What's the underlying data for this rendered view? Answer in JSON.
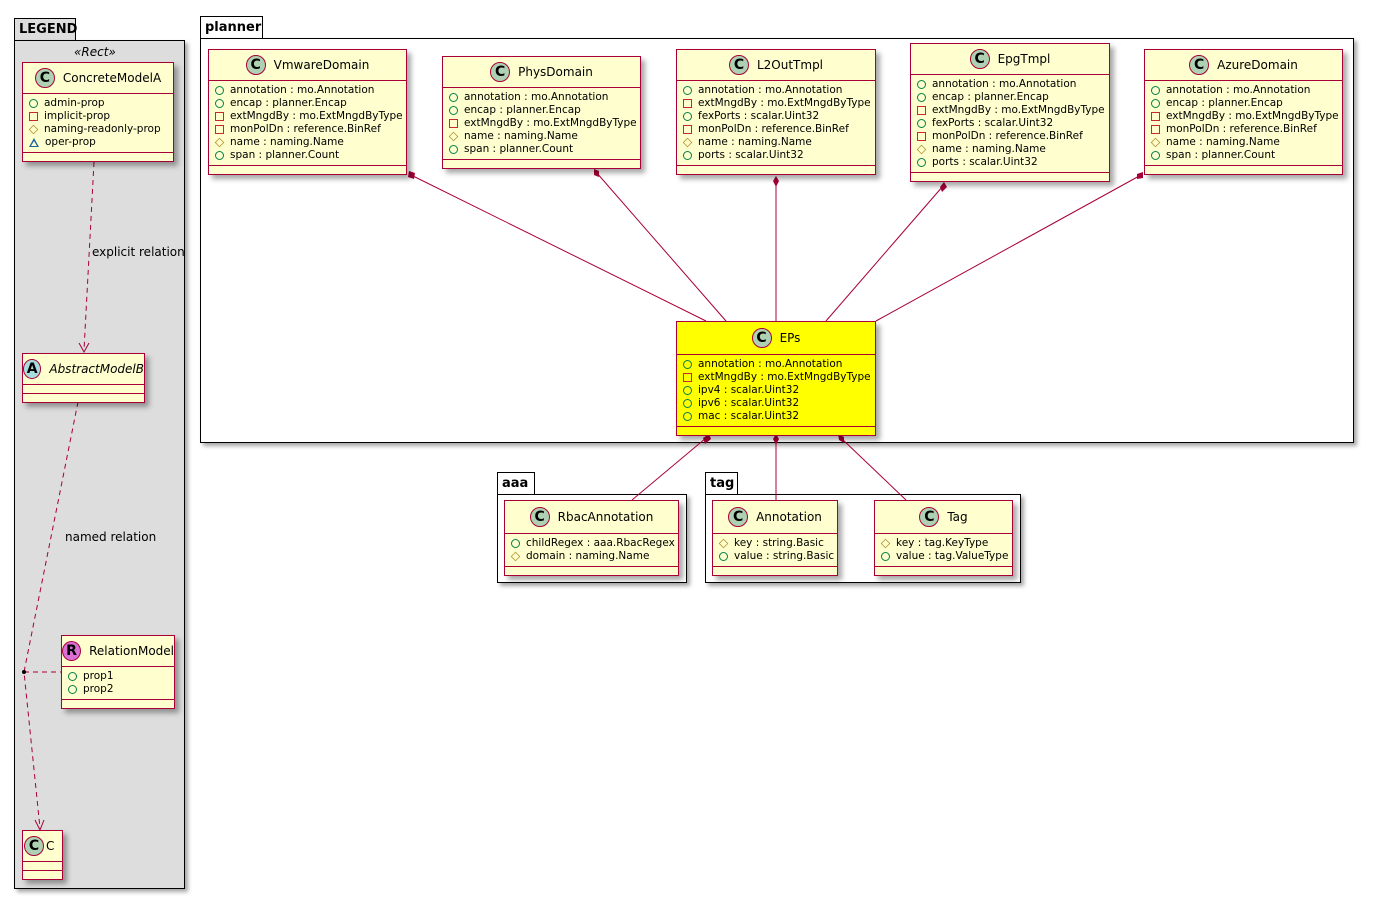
{
  "packages": {
    "legend": "LEGEND",
    "planner": "planner",
    "aaa": "aaa",
    "tag": "tag"
  },
  "legend": {
    "stereotype": "«Rect»",
    "explicit_relation": "explicit relation",
    "named_relation": "named relation"
  },
  "colors": {
    "border": "#a80036",
    "class_bg": "#fefece",
    "highlight": "#ffff00",
    "legend_bg": "#dddddd"
  },
  "classes": [
    {
      "id": "ConcreteModelA",
      "kind": "C",
      "name": "ConcreteModelA",
      "attrs": [
        [
          "public",
          "admin-prop"
        ],
        [
          "private",
          "implicit-prop"
        ],
        [
          "protected",
          "naming-readonly-prop"
        ],
        [
          "package",
          "oper-prop"
        ]
      ]
    },
    {
      "id": "AbstractModelB",
      "kind": "A",
      "name": "AbstractModelB",
      "attrs": []
    },
    {
      "id": "RelationModel",
      "kind": "R",
      "name": "RelationModel",
      "attrs": [
        [
          "public",
          "prop1"
        ],
        [
          "public",
          "prop2"
        ]
      ]
    },
    {
      "id": "C",
      "kind": "C",
      "name": "C",
      "attrs": []
    },
    {
      "id": "VmwareDomain",
      "kind": "C",
      "name": "VmwareDomain",
      "attrs": [
        [
          "public",
          "annotation : mo.Annotation"
        ],
        [
          "public",
          "encap : planner.Encap"
        ],
        [
          "private",
          "extMngdBy : mo.ExtMngdByType"
        ],
        [
          "private",
          "monPolDn : reference.BinRef"
        ],
        [
          "protected",
          "name : naming.Name"
        ],
        [
          "public",
          "span : planner.Count"
        ]
      ]
    },
    {
      "id": "PhysDomain",
      "kind": "C",
      "name": "PhysDomain",
      "attrs": [
        [
          "public",
          "annotation : mo.Annotation"
        ],
        [
          "public",
          "encap : planner.Encap"
        ],
        [
          "private",
          "extMngdBy : mo.ExtMngdByType"
        ],
        [
          "protected",
          "name : naming.Name"
        ],
        [
          "public",
          "span : planner.Count"
        ]
      ]
    },
    {
      "id": "L2OutTmpl",
      "kind": "C",
      "name": "L2OutTmpl",
      "attrs": [
        [
          "public",
          "annotation : mo.Annotation"
        ],
        [
          "private",
          "extMngdBy : mo.ExtMngdByType"
        ],
        [
          "public",
          "fexPorts : scalar.Uint32"
        ],
        [
          "private",
          "monPolDn : reference.BinRef"
        ],
        [
          "protected",
          "name : naming.Name"
        ],
        [
          "public",
          "ports : scalar.Uint32"
        ]
      ]
    },
    {
      "id": "EpgTmpl",
      "kind": "C",
      "name": "EpgTmpl",
      "attrs": [
        [
          "public",
          "annotation : mo.Annotation"
        ],
        [
          "public",
          "encap : planner.Encap"
        ],
        [
          "private",
          "extMngdBy : mo.ExtMngdByType"
        ],
        [
          "public",
          "fexPorts : scalar.Uint32"
        ],
        [
          "private",
          "monPolDn : reference.BinRef"
        ],
        [
          "protected",
          "name : naming.Name"
        ],
        [
          "public",
          "ports : scalar.Uint32"
        ]
      ]
    },
    {
      "id": "AzureDomain",
      "kind": "C",
      "name": "AzureDomain",
      "attrs": [
        [
          "public",
          "annotation : mo.Annotation"
        ],
        [
          "public",
          "encap : planner.Encap"
        ],
        [
          "private",
          "extMngdBy : mo.ExtMngdByType"
        ],
        [
          "private",
          "monPolDn : reference.BinRef"
        ],
        [
          "protected",
          "name : naming.Name"
        ],
        [
          "public",
          "span : planner.Count"
        ]
      ]
    },
    {
      "id": "EPs",
      "kind": "C",
      "name": "EPs",
      "highlight": true,
      "attrs": [
        [
          "public",
          "annotation : mo.Annotation"
        ],
        [
          "private",
          "extMngdBy : mo.ExtMngdByType"
        ],
        [
          "public",
          "ipv4 : scalar.Uint32"
        ],
        [
          "public",
          "ipv6 : scalar.Uint32"
        ],
        [
          "public",
          "mac : scalar.Uint32"
        ]
      ]
    },
    {
      "id": "RbacAnnotation",
      "kind": "C",
      "name": "RbacAnnotation",
      "attrs": [
        [
          "public",
          "childRegex : aaa.RbacRegex"
        ],
        [
          "protected",
          "domain : naming.Name"
        ]
      ]
    },
    {
      "id": "Annotation",
      "kind": "C",
      "name": "Annotation",
      "attrs": [
        [
          "protected",
          "key : string.Basic"
        ],
        [
          "public",
          "value : string.Basic"
        ]
      ]
    },
    {
      "id": "Tag",
      "kind": "C",
      "name": "Tag",
      "attrs": [
        [
          "protected",
          "key : tag.KeyType"
        ],
        [
          "public",
          "value : tag.ValueType"
        ]
      ]
    }
  ]
}
